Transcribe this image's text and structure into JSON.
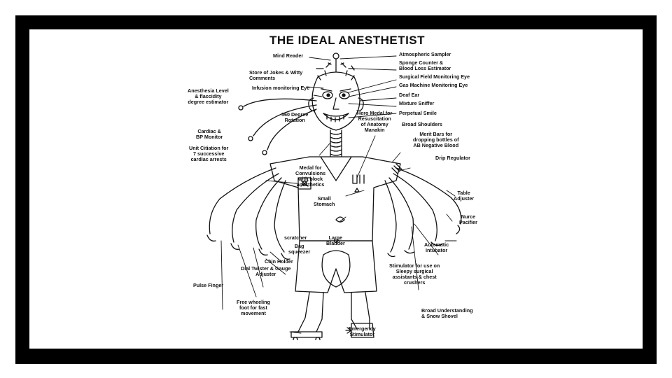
{
  "diagram": {
    "title": "THE IDEAL ANESTHETIST",
    "labels": {
      "mind_reader": "Mind Reader",
      "atmospheric_sampler": "Atmospheric Sampler",
      "sponge_counter": "Sponge Counter &\nBlood Loss Estimator",
      "store_of_jokes": "Store of Jokes & Witty\nComments",
      "surgical_field_eye": "Surgical Field Monitoring Eye",
      "gas_machine_eye": "Gas Machine Monitoring Eye",
      "infusion_eye": "Infusion monitoring Eye",
      "anesthesia_level": "Anesthesia Level\n& flaccidity\ndegree estimator",
      "deaf_ear": "Deaf Ear",
      "mixture_sniffer": "Mixture Sniffer",
      "perpetual_smile": "Perpetual Smile",
      "rotation": "360 Degree\nRotation",
      "hero_medal": "Hero Medal for\nResuscitation\nof Anatomy\nManakin",
      "broad_shoulders": "Broad Shoulders",
      "cardiac_bp": "Cardiac &\nBP Monitor",
      "merit_bars": "Merit Bars for\ndropping bottles of\nAB Negative Blood",
      "unit_citation": "Unit Citiation for\n7 successive\ncardiac arrests",
      "drip_regulator": "Drip Regulator",
      "medal_convulsions": "Medal for\nConvulsions\nwith block\nanesthetics",
      "table_adjuster": "Table\nAdjuster",
      "small_stomach": "Small\nStomach",
      "nurse_pacifier": "Nurce\nPacifier",
      "scratcher": "scratcher",
      "large_bladder": "Large\nBladder",
      "bag_squeezer": "Bag\nsqueezer",
      "automatic_intubator": "Automatic\nIntubator",
      "chin_holder": "Chin Holder",
      "dial_twister": "Dial Twister & Gauge\nAdjuster",
      "stimulator": "Stimulator for use on\nSleepy surgical\nassistants & chest\ncrushers",
      "pulse_finger": "Pulse Finger",
      "free_wheeling": "Free wheeling\nfoot for fast\nmovement",
      "broad_understanding": "Broad Understanding\n& Snow Shovel",
      "emergency_stimulator": "Emergency\nStimulator"
    }
  }
}
